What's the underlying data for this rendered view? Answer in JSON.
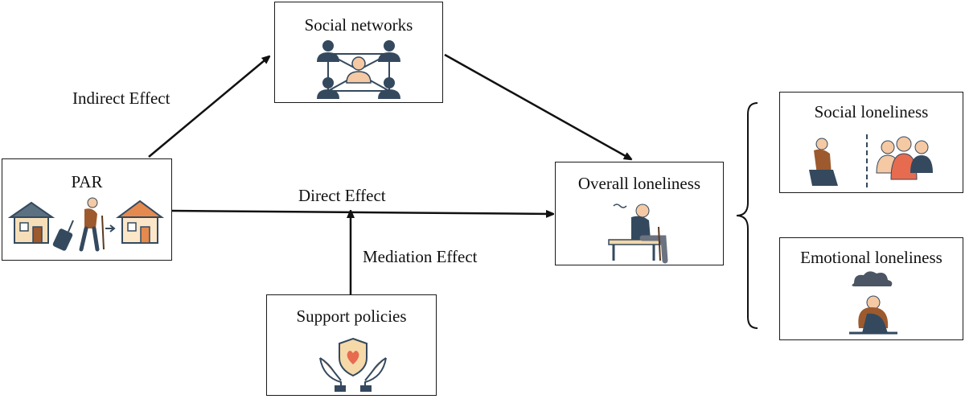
{
  "nodes": {
    "social_networks": "Social networks",
    "par": "PAR",
    "overall_loneliness": "Overall loneliness",
    "support_policies": "Support policies",
    "social_loneliness": "Social loneliness",
    "emotional_loneliness": "Emotional loneliness"
  },
  "edges": {
    "indirect": "Indirect Effect",
    "direct": "Direct Effect",
    "mediation": "Mediation Effect"
  },
  "colors": {
    "navy": "#34495e",
    "skin": "#f4c9a3",
    "brown": "#9c5a2e",
    "house_blue": "#5b7080",
    "house_orange": "#e58a4e",
    "heart": "#e66b4f",
    "cloud": "#4b5563"
  }
}
